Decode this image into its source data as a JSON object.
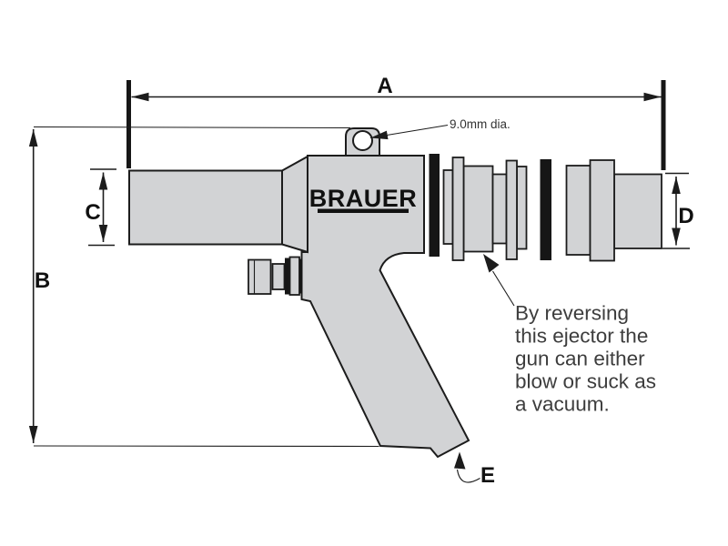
{
  "diagram": {
    "brand": "BRAUER",
    "annotation": "9.0mm dia.",
    "dimension_labels": {
      "a": "A",
      "b": "B",
      "c": "C",
      "d": "D",
      "e": "E"
    },
    "note": {
      "lines": {
        "0": "By reversing",
        "1": "this ejector the",
        "2": "gun can either",
        "3": "blow or suck as",
        "4": "a vacuum."
      }
    }
  },
  "colors": {
    "body_fill": "#d2d3d5",
    "outline": "#1c1c1c",
    "black_part": "#161616",
    "label": "#111111",
    "note_text": "#3d3d3d",
    "bg": "#ffffff"
  }
}
